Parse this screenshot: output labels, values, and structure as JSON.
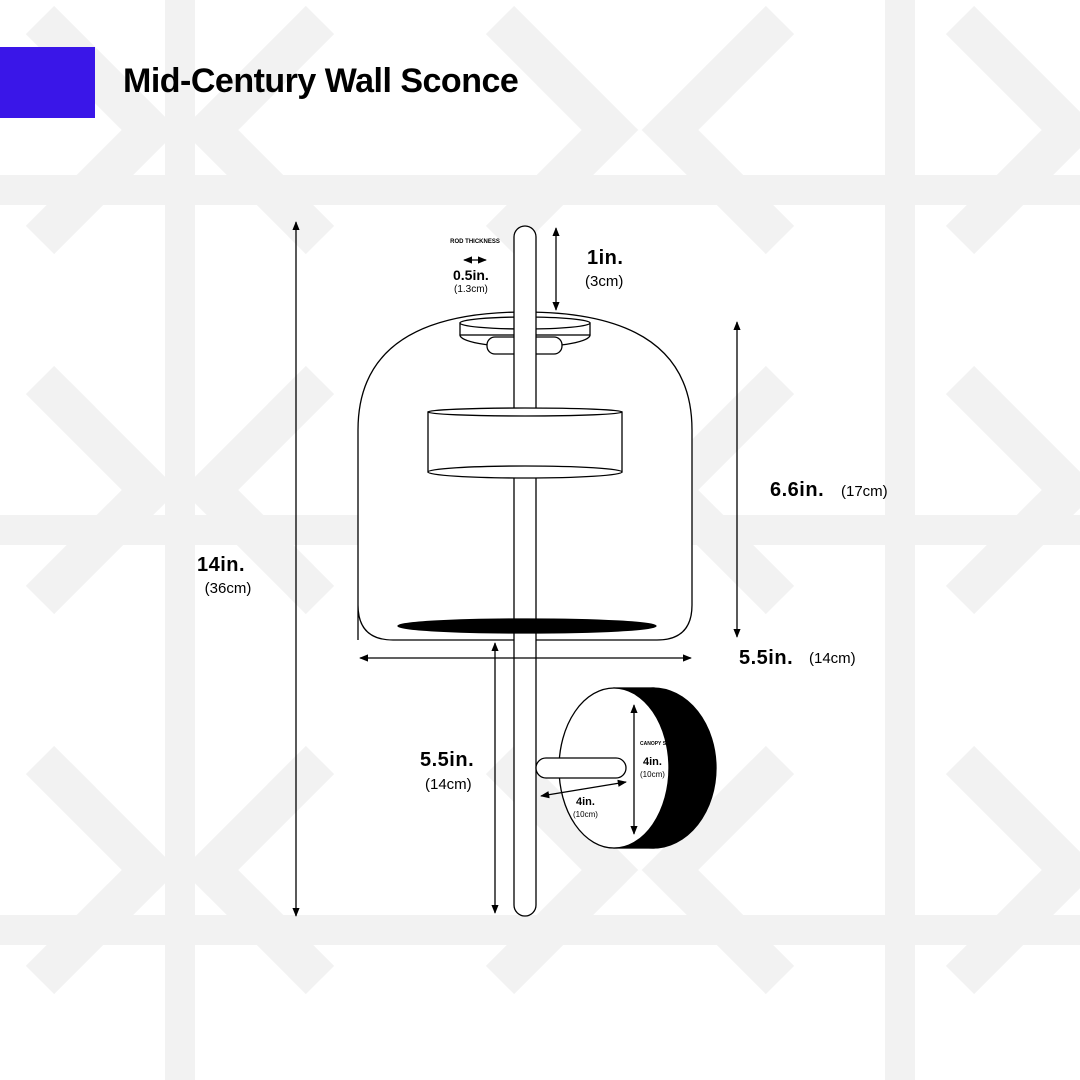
{
  "title": "Mid-Century Wall Sconce",
  "colors": {
    "accent": "#3a16e8",
    "watermark": "#f2f2f2",
    "line": "#000000",
    "background": "#ffffff"
  },
  "dimensions": {
    "total_height": {
      "in": "14in.",
      "cm": "(36cm)"
    },
    "rod_top": {
      "in": "1in.",
      "cm": "(3cm)"
    },
    "rod_thickness": {
      "label": "ROD THICKNESS",
      "in": "0.5in.",
      "cm": "(1.3cm)"
    },
    "shade_height": {
      "in": "6.6in.",
      "cm": "(17cm)"
    },
    "shade_width": {
      "in": "5.5in.",
      "cm": "(14cm)"
    },
    "lower_rod": {
      "in": "5.5in.",
      "cm": "(14cm)"
    },
    "arm_length": {
      "in": "4in.",
      "cm": "(10cm)"
    },
    "canopy": {
      "label": "CANOPY SIZE",
      "in": "4in.",
      "cm": "(10cm)"
    }
  }
}
